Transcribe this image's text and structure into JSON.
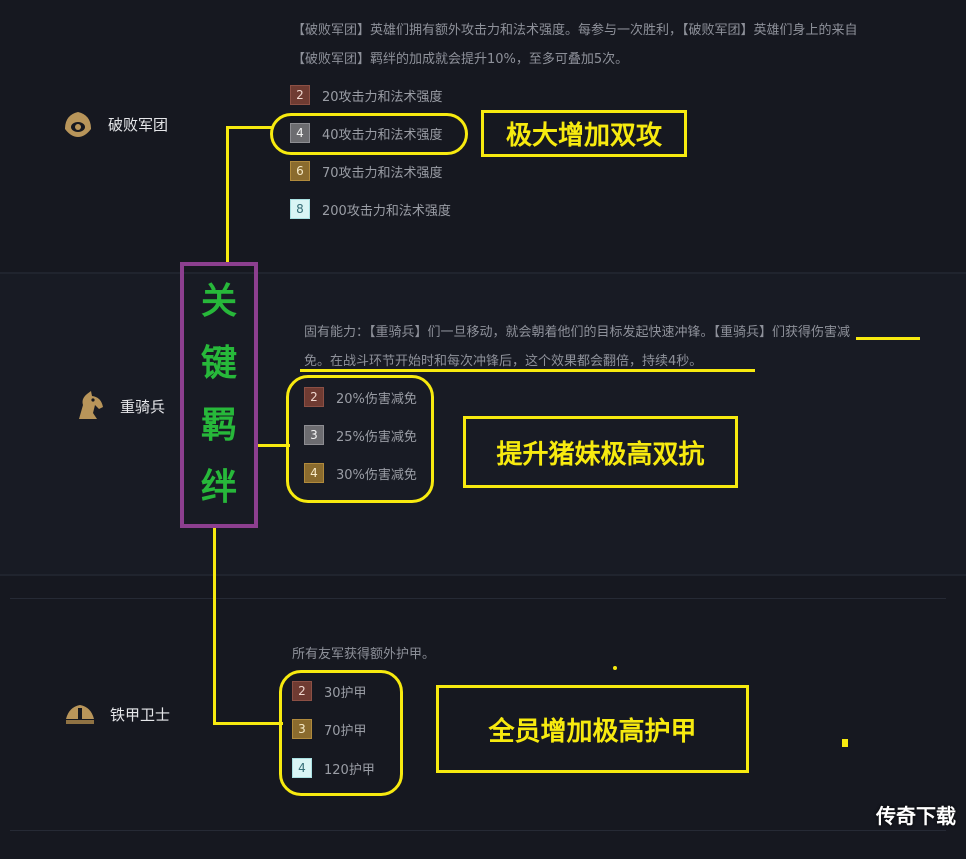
{
  "synergies": [
    {
      "name": "破败军团",
      "desc_lines": [
        "【破败军团】英雄们拥有额外攻击力和法术强度。每参与一次胜利，【破败军团】英雄们身上的来自",
        "【破败军团】羁绊的加成就会提升10%，至多可叠加5次。"
      ],
      "tiers": [
        {
          "count": "2",
          "text": "20攻击力和法术强度"
        },
        {
          "count": "4",
          "text": "40攻击力和法术强度"
        },
        {
          "count": "6",
          "text": "70攻击力和法术强度"
        },
        {
          "count": "8",
          "text": "200攻击力和法术强度"
        }
      ]
    },
    {
      "name": "重骑兵",
      "desc_lines": [
        "固有能力：【重骑兵】们一旦移动，就会朝着他们的目标发起快速冲锋。【重骑兵】们获得伤害减",
        "免。在战斗环节开始时和每次冲锋后，这个效果都会翻倍，持续4秒。"
      ],
      "tiers": [
        {
          "count": "2",
          "text": "20%伤害减免"
        },
        {
          "count": "3",
          "text": "25%伤害减免"
        },
        {
          "count": "4",
          "text": "30%伤害减免"
        }
      ]
    },
    {
      "name": "铁甲卫士",
      "desc_lines": [
        "所有友军获得额外护甲。"
      ],
      "tiers": [
        {
          "count": "2",
          "text": "30护甲"
        },
        {
          "count": "3",
          "text": "70护甲"
        },
        {
          "count": "4",
          "text": "120护甲"
        }
      ]
    }
  ],
  "annotations": {
    "key": [
      "关",
      "键",
      "羁",
      "绊"
    ],
    "box1": "极大增加双攻",
    "box2": "提升猪妹极高双抗",
    "box3": "全员增加极高护甲"
  },
  "watermark": "传奇下载",
  "colors": {
    "annotation": "#f7ea0f",
    "key_text": "#27b83a",
    "key_border": "#8c3f8f"
  }
}
